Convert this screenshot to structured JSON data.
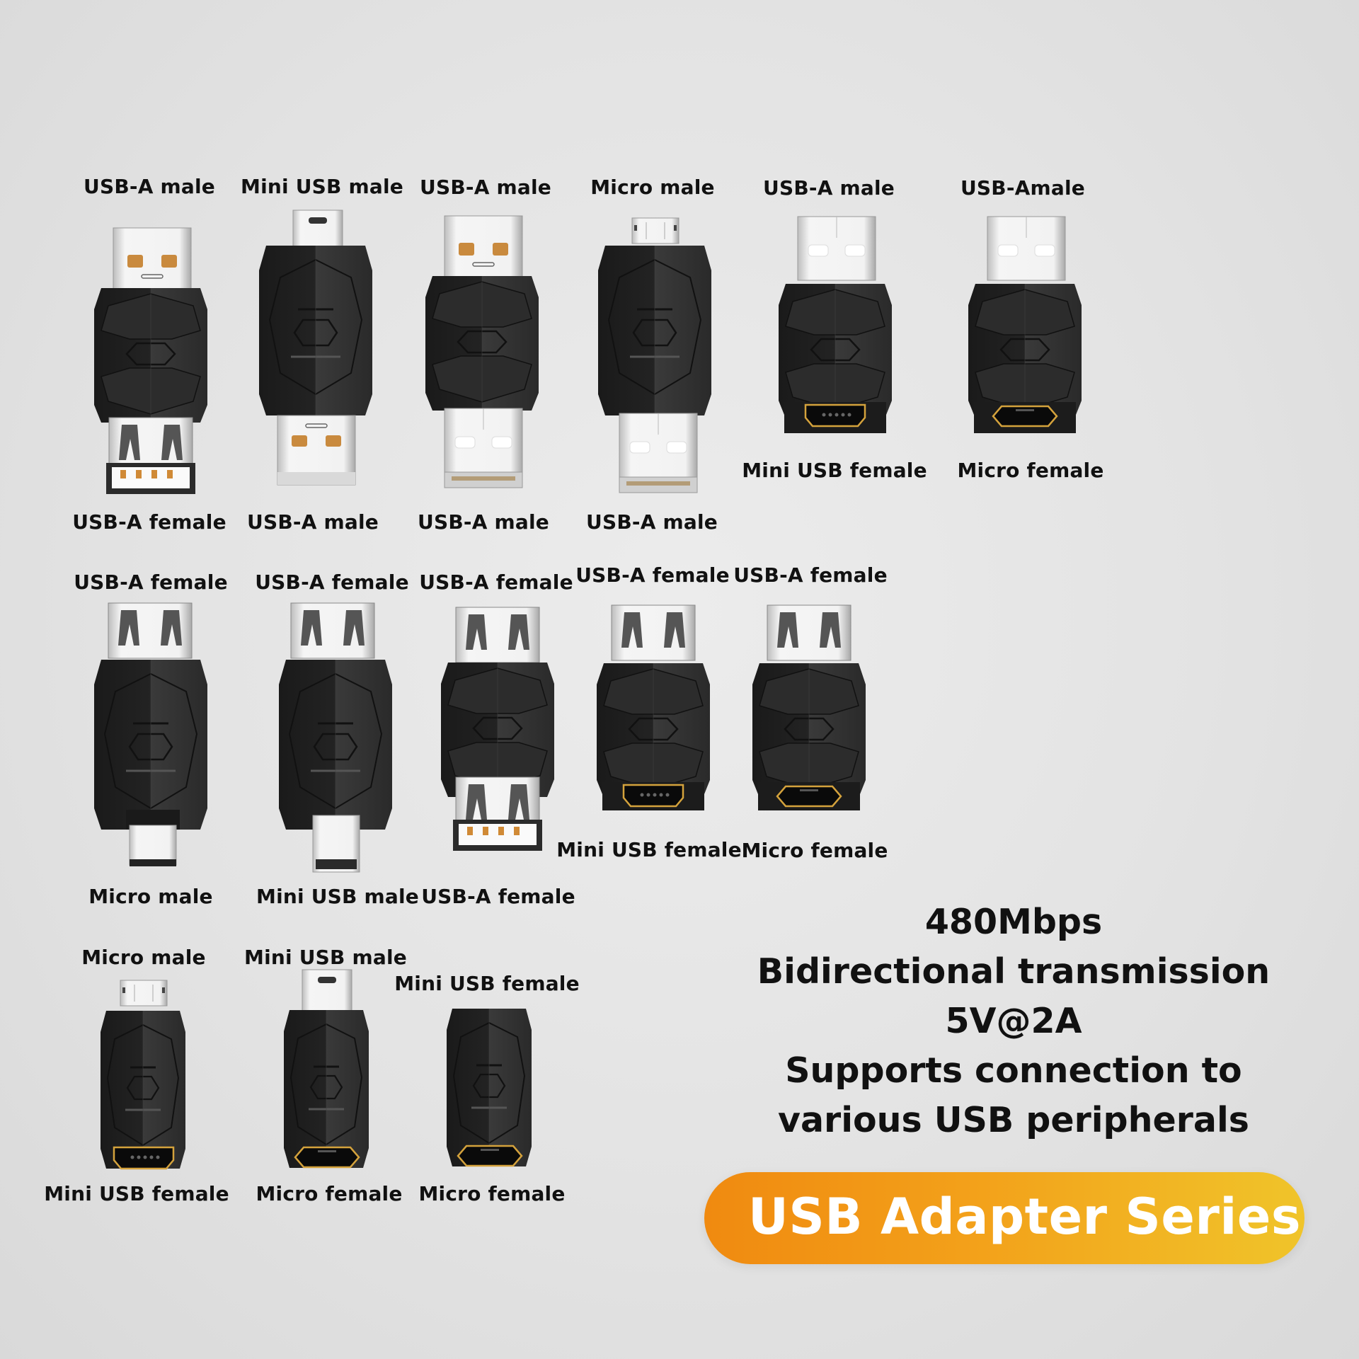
{
  "adapters": [
    {
      "row": 1,
      "top_label": "USB-A male",
      "bottom_label": "USB-A female",
      "top": "usb-a-male",
      "bottom": "usb-a-female"
    },
    {
      "row": 1,
      "top_label": "Mini USB male",
      "bottom_label": "USB-A male",
      "top": "mini-male",
      "bottom": "usb-a-male"
    },
    {
      "row": 1,
      "top_label": "USB-A male",
      "bottom_label": "USB-A male",
      "top": "usb-a-male",
      "bottom": "usb-a-male"
    },
    {
      "row": 1,
      "top_label": "Micro male",
      "bottom_label": "USB-A male",
      "top": "micro-male",
      "bottom": "usb-a-male"
    },
    {
      "row": 1,
      "top_label": "USB-A male",
      "bottom_label": "Mini USB female",
      "top": "usb-a-male",
      "bottom": "mini-female"
    },
    {
      "row": 1,
      "top_label": "USB-Amale",
      "bottom_label": "Micro female",
      "top": "usb-a-male",
      "bottom": "micro-female"
    },
    {
      "row": 2,
      "top_label": "USB-A female",
      "bottom_label": "Micro male",
      "top": "usb-a-female",
      "bottom": "micro-male"
    },
    {
      "row": 2,
      "top_label": "USB-A female",
      "bottom_label": "Mini USB male",
      "top": "usb-a-female",
      "bottom": "mini-male"
    },
    {
      "row": 2,
      "top_label": "USB-A female",
      "bottom_label": "USB-A female",
      "top": "usb-a-female",
      "bottom": "usb-a-female"
    },
    {
      "row": 2,
      "top_label": "USB-A female",
      "bottom_label": "Mini USB female",
      "top": "usb-a-female",
      "bottom": "mini-female"
    },
    {
      "row": 2,
      "top_label": "USB-A female",
      "bottom_label": "Micro female",
      "top": "usb-a-female",
      "bottom": "micro-female"
    },
    {
      "row": 3,
      "top_label": "Micro male",
      "bottom_label": "Mini USB female",
      "top": "micro-male",
      "bottom": "mini-female"
    },
    {
      "row": 3,
      "top_label": "Mini USB male",
      "bottom_label": "Micro female",
      "top": "mini-male",
      "bottom": "micro-female"
    },
    {
      "row": 3,
      "top_label": "Mini USB female",
      "bottom_label": "Micro female",
      "top": "mini-female",
      "bottom": "micro-female"
    }
  ],
  "specs": {
    "speed": "480Mbps",
    "direction": "Bidirectional transmission",
    "power": "5V@2A",
    "compat_line1": "Supports connection to",
    "compat_line2": "various USB peripherals"
  },
  "banner": {
    "title": "USB Adapter Series",
    "gradient_start": "#f08a10",
    "gradient_end": "#f0c42a"
  }
}
